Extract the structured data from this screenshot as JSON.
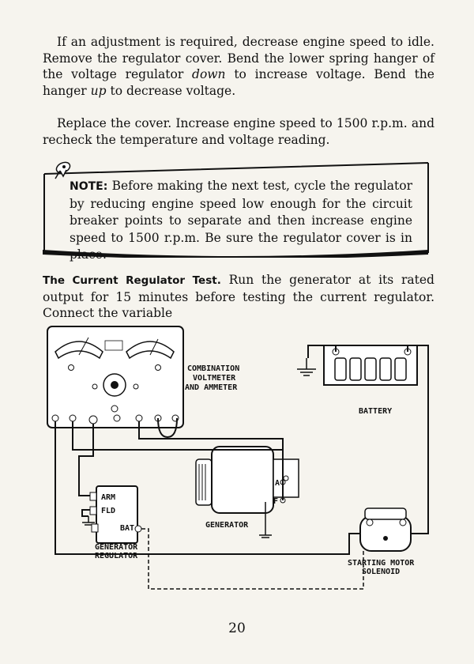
{
  "p1": {
    "a": "If an adjustment is required, decrease engine speed to idle. Remove the regulator cover. Bend the lower spring hanger of the voltage regulator ",
    "b": "down",
    "c": " to increase voltage. Bend the hanger ",
    "d": "up",
    "e": " to decrease voltage."
  },
  "p2": "Replace the cover. Increase engine speed to 1500 r.p.m. and recheck the temperature and voltage reading.",
  "note": {
    "label": "NOTE:",
    "text": " Before making the next test, cycle the regulator by reducing engine speed low enough for the circuit breaker points to separate and then increase engine speed to 1500 r.p.m. Be sure the regulator cover is in place."
  },
  "p3": {
    "title": "The Current Regulator Test.",
    "text": " Run the generator at its rated output for 15 minutes before testing the current regulator. Connect the variable"
  },
  "diagram": {
    "meter_line1": "COMBINATION",
    "meter_line2": "VOLTMETER",
    "meter_line3": "AND AMMETER",
    "battery": "BATTERY",
    "generator": "GENERATOR",
    "terminal_a": "A",
    "terminal_f": "F",
    "arm": "ARM",
    "fld": "FLD",
    "bat": "BAT",
    "regulator_line1": "GENERATOR",
    "regulator_line2": "REGULATOR",
    "solenoid_line1": "STARTING MOTOR",
    "solenoid_line2": "SOLENOID"
  },
  "page_number": "20"
}
